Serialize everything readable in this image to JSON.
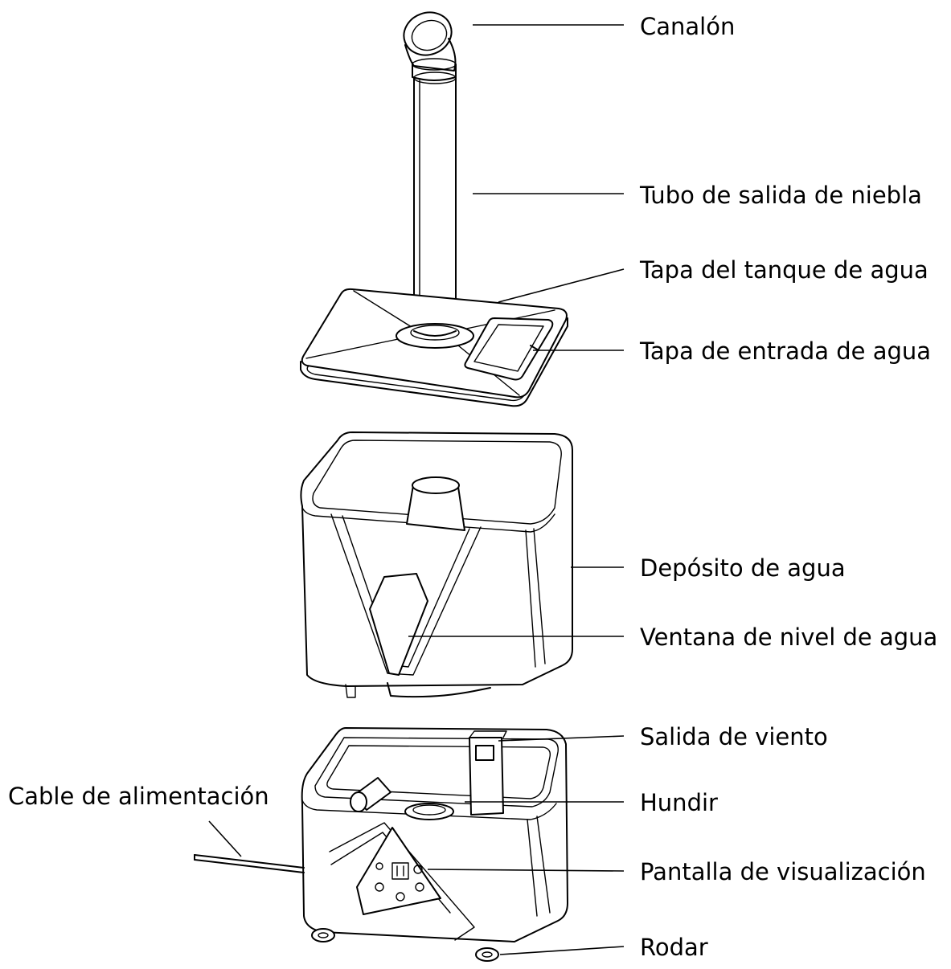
{
  "labels": {
    "canalon": "Canalón",
    "tubo": "Tubo de salida de niebla",
    "tapa_tanque": "Tapa del tanque de agua",
    "tapa_entrada": "Tapa de entrada de agua",
    "deposito": "Depósito de agua",
    "ventana": "Ventana de nivel de agua",
    "salida_viento": "Salida de viento",
    "hundir": "Hundir",
    "pantalla": "Pantalla de visualización",
    "rodar": "Rodar",
    "cable": "Cable de alimentación"
  }
}
